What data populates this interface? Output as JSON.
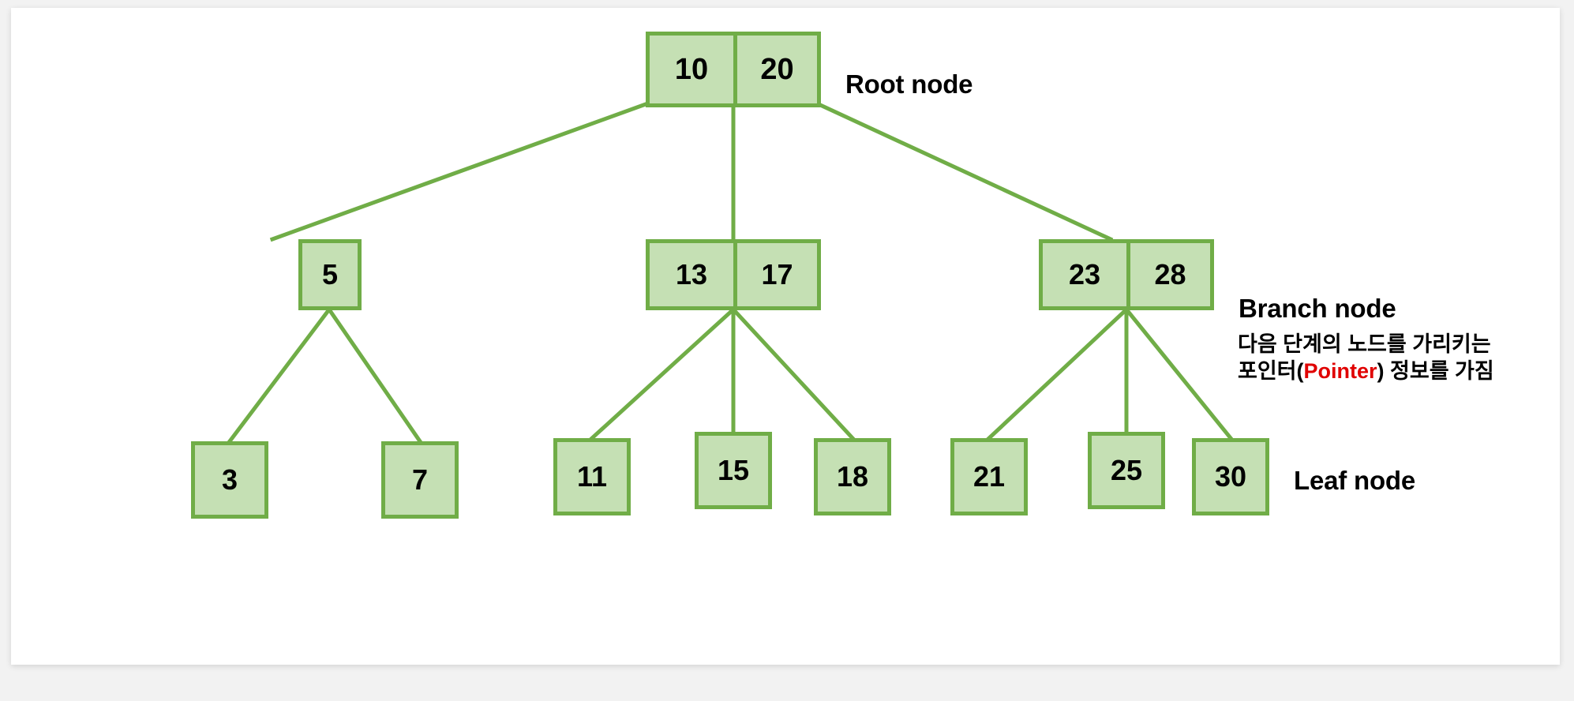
{
  "diagram": {
    "title": "B-tree structure diagram",
    "colors": {
      "node_fill": "#c5e0b4",
      "node_border": "#70ad47",
      "edge": "#70ad47",
      "text": "#000000",
      "highlight": "#e00000",
      "card_background": "#ffffff",
      "page_background": "#f2f2f2"
    },
    "levels": [
      {
        "name": "root",
        "label": "Root node",
        "nodes": [
          {
            "id": "root",
            "keys": [
              "10",
              "20"
            ]
          }
        ]
      },
      {
        "name": "branch",
        "label": "Branch node",
        "annotation_line1": "다음 단계의 노드를 가리키는",
        "annotation_line2_before": "포인터(",
        "annotation_line2_highlight": "Pointer",
        "annotation_line2_after": ") 정보를 가짐",
        "nodes": [
          {
            "id": "b1",
            "keys": [
              "5"
            ]
          },
          {
            "id": "b2",
            "keys": [
              "13",
              "17"
            ]
          },
          {
            "id": "b3",
            "keys": [
              "23",
              "28"
            ]
          }
        ]
      },
      {
        "name": "leaf",
        "label": "Leaf node",
        "nodes": [
          {
            "id": "l1",
            "keys": [
              "3"
            ]
          },
          {
            "id": "l2",
            "keys": [
              "7"
            ]
          },
          {
            "id": "l3",
            "keys": [
              "11"
            ]
          },
          {
            "id": "l4",
            "keys": [
              "15"
            ]
          },
          {
            "id": "l5",
            "keys": [
              "18"
            ]
          },
          {
            "id": "l6",
            "keys": [
              "21"
            ]
          },
          {
            "id": "l7",
            "keys": [
              "25"
            ]
          },
          {
            "id": "l8",
            "keys": [
              "30"
            ]
          }
        ]
      }
    ]
  },
  "chart_data": {
    "type": "diagram",
    "title": "B-tree structure diagram",
    "tree": {
      "root": {
        "keys": [
          "10",
          "20"
        ]
      },
      "branches": [
        {
          "keys": [
            "5"
          ],
          "children": [
            "3",
            "7"
          ]
        },
        {
          "keys": [
            "13",
            "17"
          ],
          "children": [
            "11",
            "15",
            "18"
          ]
        },
        {
          "keys": [
            "23",
            "28"
          ],
          "children": [
            "21",
            "25",
            "30"
          ]
        }
      ],
      "leaves": [
        "3",
        "7",
        "11",
        "15",
        "18",
        "21",
        "25",
        "30"
      ]
    },
    "annotations": [
      "Root node",
      "Branch node",
      "Leaf node"
    ]
  }
}
